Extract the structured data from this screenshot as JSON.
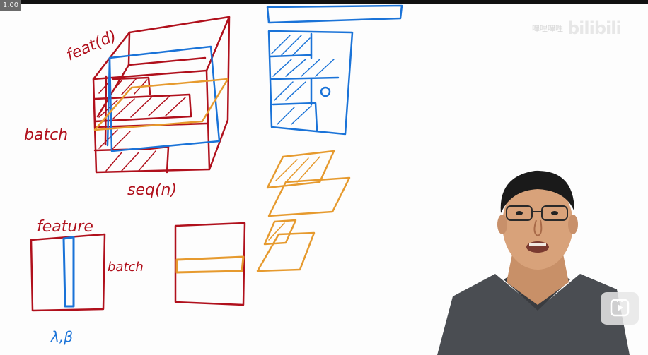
{
  "player": {
    "speed_label": "1.00",
    "watermark_text": "嗶哩嗶哩",
    "watermark_logo": "bilibili"
  },
  "whiteboard": {
    "labels": {
      "feat_d": "feat(d)",
      "batch_top": "batch",
      "seq_n": "seq(n)",
      "feature": "feature",
      "batch_bottom": "batch",
      "lambda_beta": "λ,β"
    }
  },
  "colors": {
    "red": "#b0101c",
    "blue": "#1a73d8",
    "orange": "#e69a2e",
    "ink": "#333333"
  },
  "icons": {
    "play": "play-icon"
  }
}
